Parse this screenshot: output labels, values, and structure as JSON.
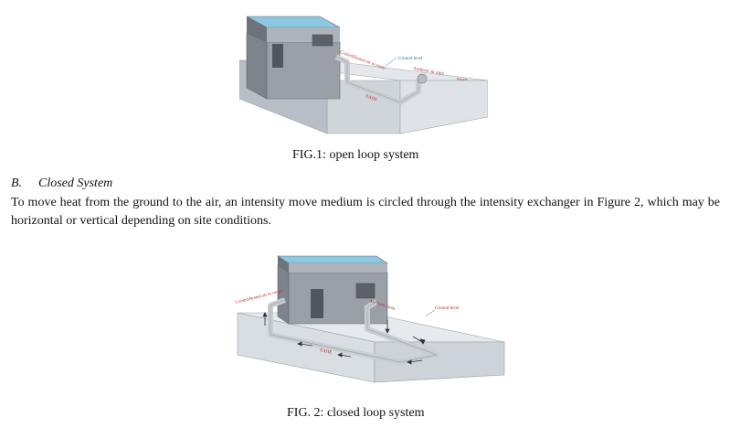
{
  "figure1": {
    "labels": {
      "room": "Cooled/heated air to room",
      "ground": "Ground level",
      "ambient": "Ambient air inlet",
      "blower": "Blower",
      "eahe": "EAHE"
    },
    "caption": "FIG.1: open loop system"
  },
  "section": {
    "number": "B.",
    "title": "Closed System"
  },
  "paragraph": "To move heat from the ground to the air, an intensity move medium is circled through the intensity exchanger in Figure 2, which may be horizontal or vertical depending on site conditions.",
  "figure2": {
    "labels": {
      "cooled": "Cooled/heated air to room",
      "from_room": "Air from room",
      "ground": "Ground level",
      "eahe": "EAHE"
    },
    "caption": "FIG. 2: closed loop system"
  },
  "colors": {
    "roof": "#8cc8e0",
    "building_front": "#8a9096",
    "ground_block": "#d8dde2",
    "pipe": "#c9ced3",
    "label_red": "#b03030",
    "label_blue": "#3a6fb0"
  }
}
